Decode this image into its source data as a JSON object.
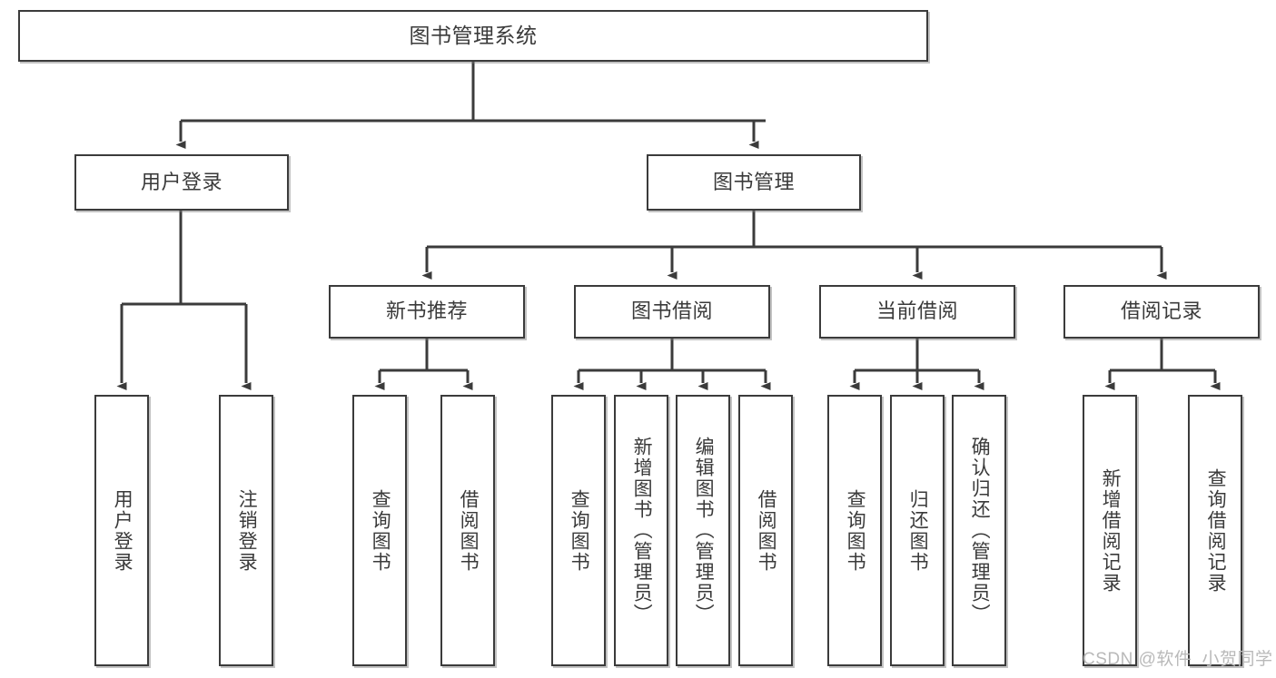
{
  "diagram": {
    "title": "图书管理系统",
    "type": "tree",
    "stroke_color": "#3b3b3b",
    "text_color": "#3a3a3a",
    "background": "#ffffff",
    "watermark": "CSDN @软件_小贺同学",
    "nodes": {
      "root": {
        "label": "图书管理系统"
      },
      "level2": [
        {
          "key": "user_login",
          "label": "用户登录"
        },
        {
          "key": "book_manage",
          "label": "图书管理"
        }
      ],
      "level3": [
        {
          "key": "new_book_rec",
          "label": "新书推荐"
        },
        {
          "key": "book_borrow",
          "label": "图书借阅"
        },
        {
          "key": "current_borrow",
          "label": "当前借阅"
        },
        {
          "key": "borrow_record",
          "label": "借阅记录"
        }
      ],
      "leaves": [
        {
          "key": "leaf_user_login",
          "label": "用户登录",
          "parent": "user_login"
        },
        {
          "key": "leaf_user_logout",
          "label": "注销登录",
          "parent": "user_login"
        },
        {
          "key": "leaf_query_book_1",
          "label": "查询图书",
          "parent": "new_book_rec"
        },
        {
          "key": "leaf_borrow_book_1",
          "label": "借阅图书",
          "parent": "new_book_rec"
        },
        {
          "key": "leaf_query_book_2",
          "label": "查询图书",
          "parent": "book_borrow"
        },
        {
          "key": "leaf_add_book",
          "label": "新增图书（管理员）",
          "parent": "book_borrow"
        },
        {
          "key": "leaf_edit_book",
          "label": "编辑图书（管理员）",
          "parent": "book_borrow"
        },
        {
          "key": "leaf_borrow_book_2",
          "label": "借阅图书",
          "parent": "book_borrow"
        },
        {
          "key": "leaf_query_book_3",
          "label": "查询图书",
          "parent": "current_borrow"
        },
        {
          "key": "leaf_return_book",
          "label": "归还图书",
          "parent": "current_borrow"
        },
        {
          "key": "leaf_confirm_return",
          "label": "确认归还（管理员）",
          "parent": "current_borrow"
        },
        {
          "key": "leaf_add_record",
          "label": "新增借阅记录",
          "parent": "borrow_record"
        },
        {
          "key": "leaf_query_record",
          "label": "查询借阅记录",
          "parent": "borrow_record"
        }
      ]
    }
  }
}
